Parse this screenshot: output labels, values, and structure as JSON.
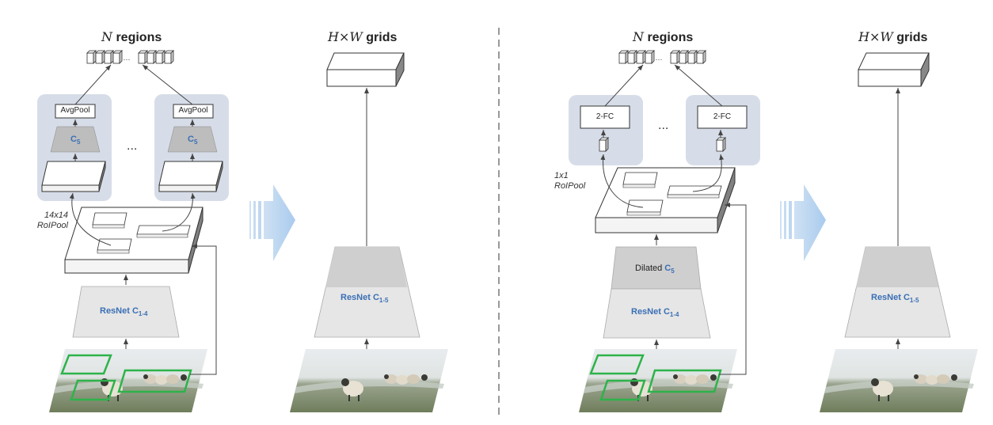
{
  "panels": {
    "a_left": {
      "title_math": "N",
      "title_text": " regions",
      "roi_label_line1": "14x14",
      "roi_label_line2": "RoIPool",
      "head_box_label": "AvgPool",
      "head_block_label": "C",
      "head_block_sub": "5",
      "backbone_label": "ResNet C",
      "backbone_sub": "1-4",
      "ellipsis": "..."
    },
    "a_right": {
      "title_math": "H×W",
      "title_text": " grids",
      "backbone_label": "ResNet C",
      "backbone_sub": "1-5"
    },
    "b_left": {
      "title_math": "N",
      "title_text": " regions",
      "roi_label_line1": "1x1",
      "roi_label_line2": "RoIPool",
      "head_box_label": "2-FC",
      "dilated_label": "Dilated C",
      "dilated_sub": "5",
      "backbone_label": "ResNet C",
      "backbone_sub": "1-4",
      "ellipsis": "..."
    },
    "b_right": {
      "title_math": "H×W",
      "title_text": " grids",
      "backbone_label": "ResNet C",
      "backbone_sub": "1-5"
    }
  },
  "colors": {
    "head_bg": "#d7dde8",
    "arrow_blue": "#b7d3ee",
    "box_stroke": "#333333",
    "roi_green": "#2db34a",
    "backbone_fill": "#e8e8e8",
    "dilated_fill": "#cfcfcf",
    "label_blue": "#3a6fb5"
  }
}
